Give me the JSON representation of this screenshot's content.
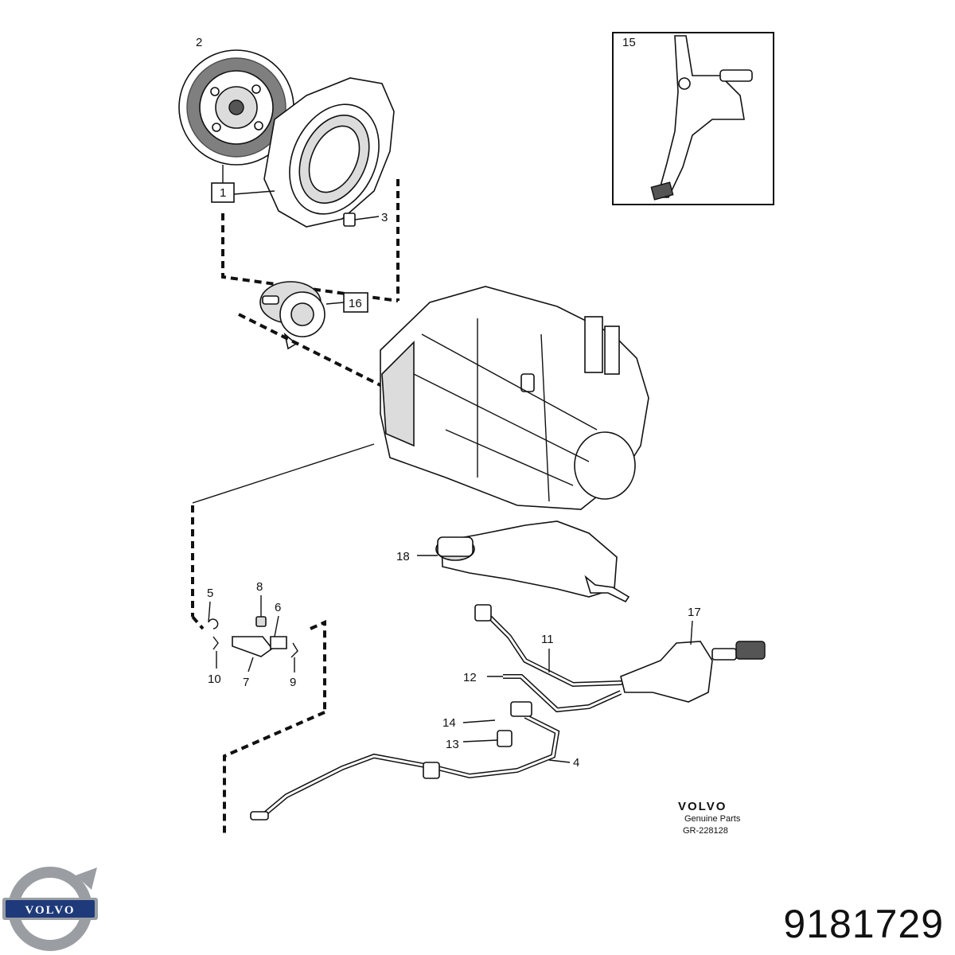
{
  "callouts": {
    "c1": "1",
    "c2": "2",
    "c3": "3",
    "c4": "4",
    "c5": "5",
    "c6": "6",
    "c7": "7",
    "c8": "8",
    "c9": "9",
    "c10": "10",
    "c11": "11",
    "c12": "12",
    "c13": "13",
    "c14": "14",
    "c15": "15",
    "c16": "16",
    "c17": "17",
    "c18": "18"
  },
  "diagram_brand": {
    "logo": "VOLVO",
    "subtitle": "Genuine Parts",
    "code": "GR-228128"
  },
  "footer": {
    "logo_text": "VOLVO",
    "part_number": "9181729"
  },
  "icons": {
    "footer_logo": "volvo-iron-mark-icon"
  },
  "colors": {
    "line": "#111111",
    "logo_silver": "#9a9ea3",
    "logo_blue": "#1f3a7a"
  }
}
